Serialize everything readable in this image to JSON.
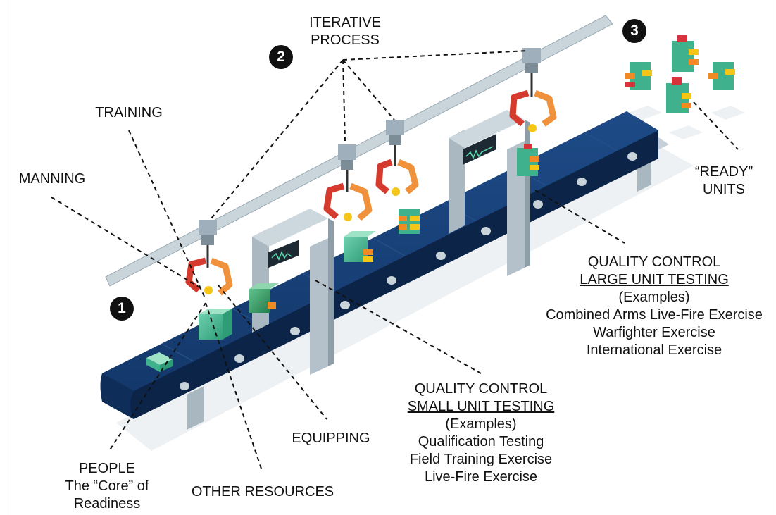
{
  "badges": {
    "one": "1",
    "two": "2",
    "three": "3"
  },
  "labels": {
    "iterative": [
      "ITERATIVE",
      "PROCESS"
    ],
    "training": "TRAINING",
    "manning": "MANNING",
    "ready": [
      "“READY”",
      "UNITS"
    ],
    "people": [
      "PEOPLE",
      "The “Core” of",
      "Readiness"
    ],
    "other_resources": "OTHER RESOURCES",
    "equipping": "EQUIPPING",
    "qc_small": {
      "title": "QUALITY CONTROL",
      "subtitle": "SMALL UNIT TESTING",
      "examples": "(Examples)",
      "items": [
        "Qualification Testing",
        "Field Training Exercise",
        "Live-Fire Exercise"
      ]
    },
    "qc_large": {
      "title": "QUALITY CONTROL",
      "subtitle": "LARGE UNIT TESTING",
      "examples": "(Examples)",
      "items": [
        "Combined Arms Live-Fire Exercise",
        "Warfighter Exercise",
        "International Exercise"
      ]
    }
  },
  "colors": {
    "belt": "#14386b",
    "belt_dark": "#0b2447",
    "frame": "#b9c6cf",
    "rail": "#c7d2d9",
    "arm_red": "#d53a2e",
    "arm_orange": "#f0913b",
    "box_teal": "#3fb28d",
    "box_green": "#2f8f5a",
    "box_orange": "#f08a24",
    "box_yellow": "#f5c518",
    "box_red": "#d8333c"
  }
}
